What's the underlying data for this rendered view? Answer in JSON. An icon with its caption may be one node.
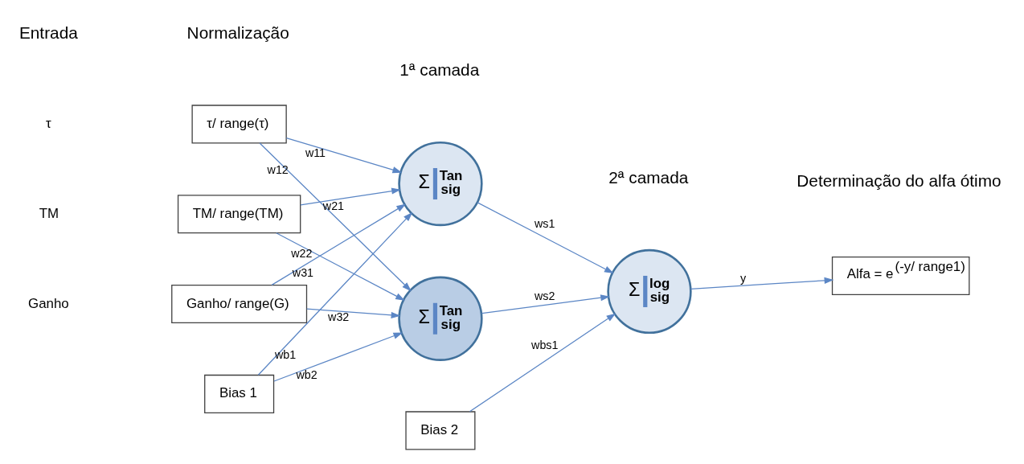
{
  "diagram": {
    "nodes": [
      {
        "text": [
          "τ/ range(τ)"
        ]
      },
      {
        "text": [
          "TM/ range(TM)"
        ]
      },
      {
        "text": [
          "Ganho/ range(G)"
        ]
      },
      {
        "text": [
          "Bias 1"
        ]
      },
      {
        "text": [
          "Σ",
          "Tan sig"
        ]
      },
      {
        "text": [
          "Σ",
          "Tan sig"
        ]
      },
      {
        "text": [
          "Bias 2"
        ]
      },
      {
        "text": [
          "Σ",
          "log sig"
        ]
      },
      {
        "text": [
          "Alfa = e$^{(-y/ range1)}$"
        ]
      }
    ],
    "edges": [
      {
        "from": 0,
        "to": 4,
        "arrow": "to",
        "label": "w11"
      },
      {
        "from": 0,
        "to": 5,
        "arrow": "to",
        "label": "w12"
      },
      {
        "from": 1,
        "to": 4,
        "arrow": "to",
        "label": "w21"
      },
      {
        "from": 1,
        "to": 5,
        "arrow": "to",
        "label": "w22"
      },
      {
        "from": 2,
        "to": 4,
        "arrow": "to",
        "label": "w31"
      },
      {
        "from": 2,
        "to": 5,
        "arrow": "to",
        "label": "w32"
      },
      {
        "from": 3,
        "to": 4,
        "arrow": "to",
        "label": "wb1"
      },
      {
        "from": 3,
        "to": 5,
        "arrow": "to",
        "label": "wb2"
      },
      {
        "from": 4,
        "to": 7,
        "arrow": "to",
        "label": "ws1"
      },
      {
        "from": 5,
        "to": 7,
        "arrow": "to",
        "label": "ws2"
      },
      {
        "from": 6,
        "to": 7,
        "arrow": "to",
        "label": "wbs1"
      },
      {
        "from": 7,
        "to": 8,
        "arrow": "to",
        "label": "y"
      }
    ],
    "labels": [
      "Entrada",
      "Normalização",
      "1ª camada",
      "2ª camada",
      "Determinação do alfa ótimo",
      "τ",
      "TM",
      "Ganho"
    ]
  }
}
